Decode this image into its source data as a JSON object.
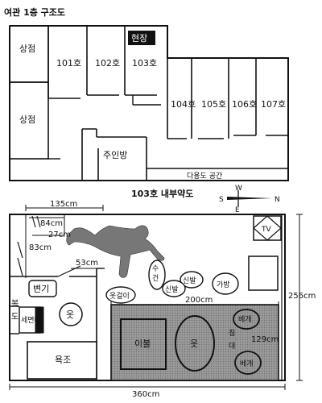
{
  "floor_plan": {
    "title": "여관 1층 구조도",
    "rooms": {
      "shop_top": "상점",
      "shop_bottom": "상점",
      "r101": "101호",
      "r102": "102호",
      "r103": "103호",
      "scene_badge": "현장",
      "r104": "104호",
      "r105": "105호",
      "r106": "106호",
      "r107": "107호",
      "owner_room": "주인방",
      "shared_space": "다용도 공간"
    }
  },
  "room_sketch": {
    "title": "103호 내부약도",
    "compass": {
      "n": "N",
      "s": "S",
      "e": "E",
      "w": "W"
    },
    "dimensions": {
      "d135": "135cm",
      "d84": "84cm",
      "d27": "27cm",
      "d83": "83cm",
      "d53": "53cm",
      "d200": "200cm",
      "d256": "256cm",
      "d129": "129cm",
      "d360": "360cm"
    },
    "items": {
      "tv": "TV",
      "towel": "수건",
      "slipper1": "신발",
      "slipper2": "신발",
      "bag": "가방",
      "hanger": "옷걸이",
      "toilet": "변기",
      "washbasin": "세면대",
      "clothes_bath": "옷",
      "bathtub": "욕조",
      "corridor": "복도",
      "blanket": "이불",
      "clothes_bed": "옷",
      "bed_char1": "침",
      "bed_char2": "대",
      "pillow1": "베개",
      "pillow2": "베개"
    }
  }
}
